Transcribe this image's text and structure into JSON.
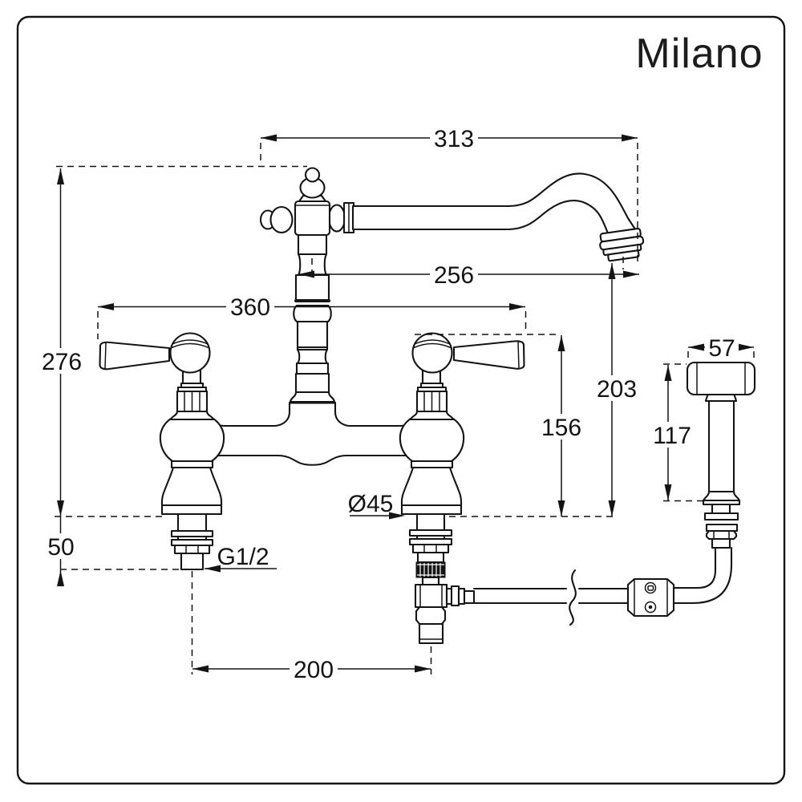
{
  "brand": "Milano",
  "colors": {
    "ink": "#141414",
    "paper": "#ffffff"
  },
  "drawing_type": "tap-dimension-diagram",
  "dimensions": {
    "spout_reach": "313",
    "outlet_projection": "256",
    "handle_span": "360",
    "overall_height": "276",
    "outlet_height": "203",
    "handle_height": "156",
    "spray_height": "117",
    "spray_head_width": "57",
    "below_deck_depth": "50",
    "hole_centres": "200",
    "inlet_thread": "G1/2",
    "base_diameter": "Ø45"
  }
}
